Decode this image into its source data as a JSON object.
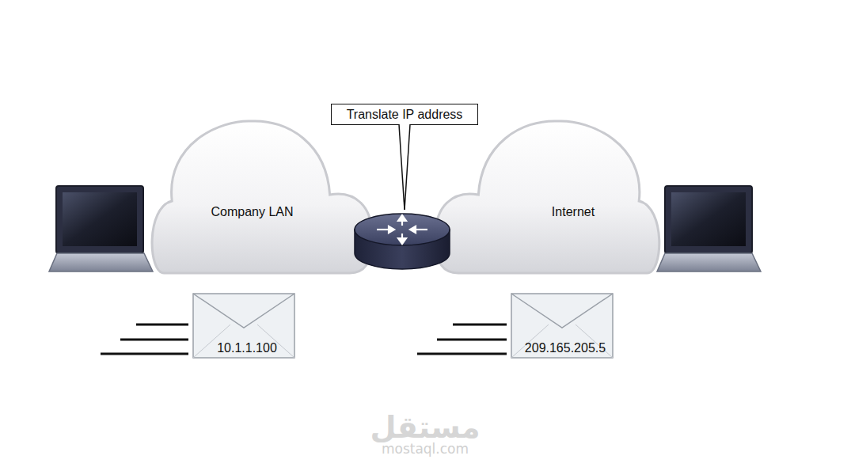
{
  "diagram": {
    "nodes": [
      {
        "text": [
          "Translate IP address"
        ]
      },
      {
        "text": [
          "Company LAN"
        ]
      },
      {
        "text": [
          "Internet"
        ]
      },
      {
        "text": [
          "10.1.1.100"
        ]
      },
      {
        "text": [
          "209.165.205.5"
        ]
      }
    ],
    "labels": [
      "مستقل",
      "mostaql.com"
    ]
  }
}
